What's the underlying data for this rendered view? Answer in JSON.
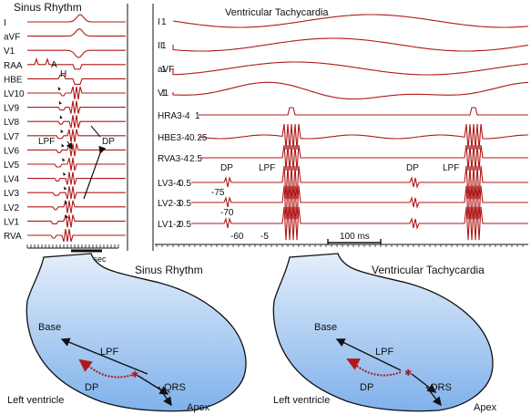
{
  "colors": {
    "trace": "#b01818",
    "trace_light": "#d98080",
    "heart_fill_top": "#e4eefb",
    "heart_fill_bottom": "#7fb1ea",
    "ink": "#111111"
  },
  "sinus": {
    "title": "Sinus Rhythm",
    "leads": [
      "I",
      "aVF",
      "V1",
      "RAA",
      "HBE",
      "LV10",
      "LV9",
      "LV8",
      "LV7",
      "LV6",
      "LV5",
      "LV4",
      "LV3",
      "LV2",
      "LV1",
      "RVA"
    ],
    "label_A": "A",
    "label_H": "H",
    "label_LPF": "LPF",
    "label_DP": "DP",
    "scale": "100msec"
  },
  "vt": {
    "title": "Ventricular Tachycardia",
    "leads": [
      {
        "name": "I",
        "gain": "1"
      },
      {
        "name": "II",
        "gain": "1"
      },
      {
        "name": "aVF",
        "gain": "1"
      },
      {
        "name": "V1",
        "gain": "1"
      },
      {
        "name": "HRA3-4",
        "gain": "1"
      },
      {
        "name": "HBE3-4",
        "gain": "0.25"
      },
      {
        "name": "RVA3-4",
        "gain": "2.5"
      },
      {
        "name": "LV3-4",
        "gain": "0.5"
      },
      {
        "name": "LV2-3",
        "gain": "0.5"
      },
      {
        "name": "LV1-2",
        "gain": "0.5"
      }
    ],
    "dp1": "DP",
    "lpf1": "LPF",
    "dp2": "DP",
    "lpf2": "LPF",
    "ann_75": "-75",
    "ann_70": "-70",
    "ann_60": "-60",
    "ann_5": "-5",
    "scale": "100 ms"
  },
  "diagram_sinus": {
    "title": "Sinus Rhythm",
    "base": "Base",
    "lpf": "LPF",
    "dp": "DP",
    "qrs": "QRS",
    "lv": "Left ventricle",
    "apex": "Apex"
  },
  "diagram_vt": {
    "title": "Ventricular Tachycardia",
    "base": "Base",
    "lpf": "LPF",
    "dp": "DP",
    "qrs": "QRS",
    "lv": "Left ventricle",
    "apex": "Apex"
  }
}
